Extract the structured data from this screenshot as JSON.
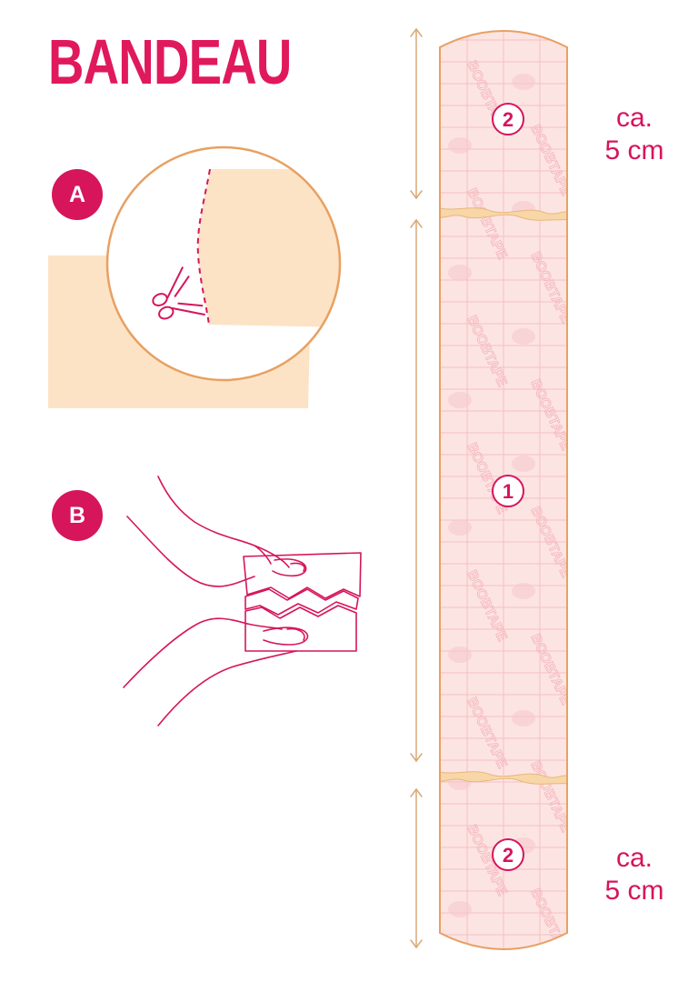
{
  "title": "BANDEAU",
  "steps": [
    {
      "letter": "A",
      "icon": "scissors-icon"
    },
    {
      "letter": "B",
      "icon": "hands-tearing-tape-icon"
    }
  ],
  "tape": {
    "brand_print": "BOOBTAPE",
    "segments": [
      {
        "number": "2",
        "label_line1": "ca.",
        "label_line2": "5 cm"
      },
      {
        "number": "1"
      },
      {
        "number": "2",
        "label_line1": "ca.",
        "label_line2": "5 cm"
      }
    ]
  },
  "colors": {
    "accent": "#D6155B",
    "skin": "#FCE3C6",
    "outline": "#E8A062",
    "tape_fill": "#FCE4E2",
    "arrow": "#D8A878"
  }
}
